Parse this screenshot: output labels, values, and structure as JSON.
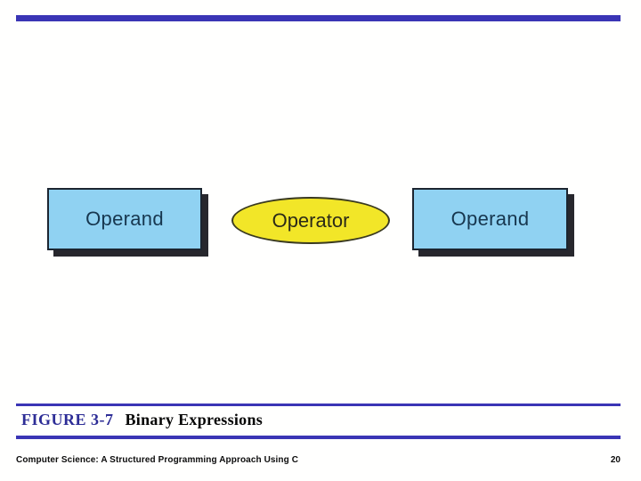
{
  "slide": {
    "background": "#fffffe",
    "accent_color": "#3a35b5"
  },
  "diagram": {
    "left_operand": {
      "label": "Operand"
    },
    "operator": {
      "label": "Operator"
    },
    "right_operand": {
      "label": "Operand"
    },
    "box_fill": "#90d2f2",
    "box_border": "#1c2530",
    "box_text_color": "#17374f",
    "box_shadow_color": "#27272d",
    "ellipse_fill": "#f2e628",
    "ellipse_border": "#3a3a20",
    "ellipse_text_color": "#2b2a18"
  },
  "caption": {
    "figure_label": "FIGURE 3-7",
    "title": "Binary Expressions",
    "figure_label_color": "#2d2d96",
    "title_color": "#050505",
    "rule_color": "#3a35b5"
  },
  "footer": {
    "book_title": "Computer Science: A Structured Programming Approach Using C",
    "page_number": "20"
  }
}
